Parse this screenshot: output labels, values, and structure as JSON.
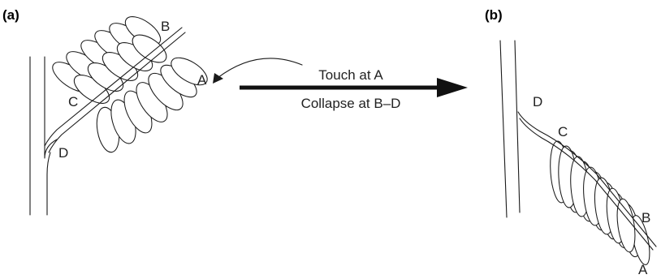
{
  "panel_a_label": "(a)",
  "panel_b_label": "(b)",
  "arrow_top_text": "Touch at A",
  "arrow_bottom_text": "Collapse at B–D",
  "panel_a_points": {
    "a": "A",
    "b": "B",
    "c": "C",
    "d": "D"
  },
  "panel_b_points": {
    "a": "A",
    "b": "B",
    "c": "C",
    "d": "D"
  }
}
